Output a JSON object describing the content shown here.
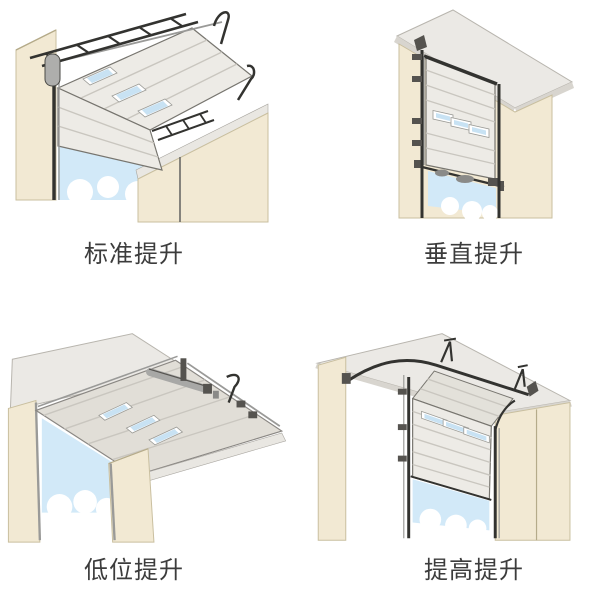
{
  "diagrams": [
    {
      "id": "standard-lift",
      "label": "标准提升"
    },
    {
      "id": "vertical-lift",
      "label": "垂直提升"
    },
    {
      "id": "low-lift",
      "label": "低位提升"
    },
    {
      "id": "high-lift",
      "label": "提高提升"
    }
  ],
  "colors": {
    "background": "#ffffff",
    "wall": "#f2e9d3",
    "wall_edge": "#c9bf9f",
    "ceiling": "#ebe9e5",
    "ceiling_edge": "#d8d5cf",
    "door_panel": "#edebe6",
    "door_underside": "#e1ded7",
    "panel_seam": "#c9c6bf",
    "window_glass": "#c8e2f3",
    "window_frame": "#ffffff",
    "sky": "#d2e9f8",
    "cloud": "#ffffff",
    "track_dark": "#333330",
    "track_light": "#9a9a98",
    "hardware": "#55534f",
    "label_text": "#3c3c3c"
  }
}
